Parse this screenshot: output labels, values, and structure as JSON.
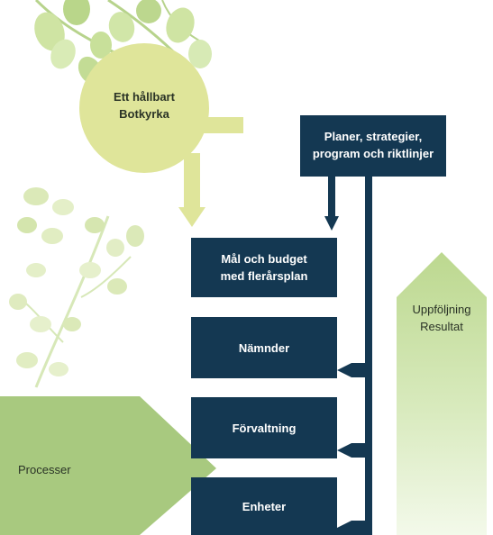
{
  "colors": {
    "navy": "#143852",
    "sun": "#dfe59a",
    "leaf_light": "#dcebb7",
    "leaf_mid": "#c6df95",
    "process": "#a8c97f",
    "arrow_top": "#c2dc96",
    "arrow_bottom": "#eef6e2",
    "text_dark": "#2a3326"
  },
  "sun": {
    "label": "Ett hållbart\nBotkyrka"
  },
  "planer": {
    "label": "Planer, strategier,\nprogram och riktlinjer"
  },
  "boxes": [
    {
      "id": "mal",
      "label": "Mål och budget\nmed flerårsplan"
    },
    {
      "id": "namnder",
      "label": "Nämnder"
    },
    {
      "id": "forvaltning",
      "label": "Förvaltning"
    },
    {
      "id": "enheter",
      "label": "Enheter"
    }
  ],
  "processer": {
    "label": "Processer"
  },
  "uppfoljning": {
    "label": "Uppföljning\nResultat"
  }
}
